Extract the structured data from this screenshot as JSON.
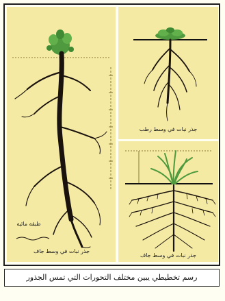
{
  "panels": {
    "left": {
      "caption": "جذر نبات في وسط جاف",
      "depth_label": "طبقة مائية"
    },
    "top_right": {
      "caption": "جذر نبات في وسط رطب"
    },
    "bottom_right": {
      "caption": "جذر نبات في وسط جاف"
    }
  },
  "figure_caption": "رسم تخطيطي يبين مختلف التحورات التي تمس الجذور",
  "colors": {
    "panel_background": "#f4eaa4",
    "root": "#1a120c",
    "foliage": "#4f9a3e",
    "soil_line": "#111111",
    "guide_line": "#8a7a3a"
  }
}
